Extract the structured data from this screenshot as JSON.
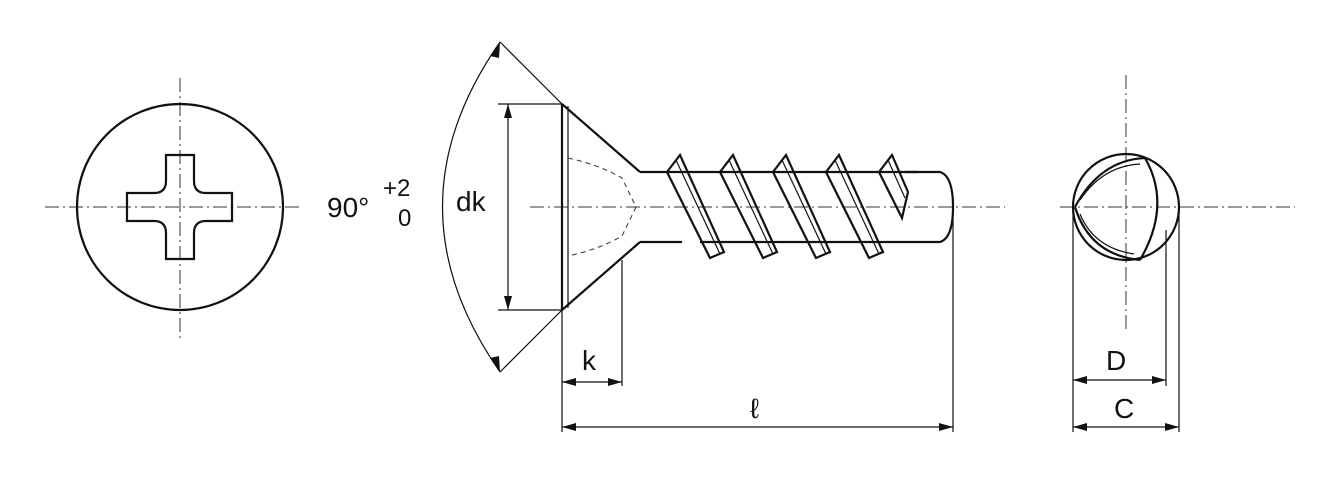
{
  "labels": {
    "angle": "90°",
    "angle_tol_upper": "+2",
    "angle_tol_lower": "0",
    "head_diameter": "dk",
    "head_height": "k",
    "length": "ℓ",
    "tip_diameter": "D",
    "thread_diameter": "C"
  }
}
